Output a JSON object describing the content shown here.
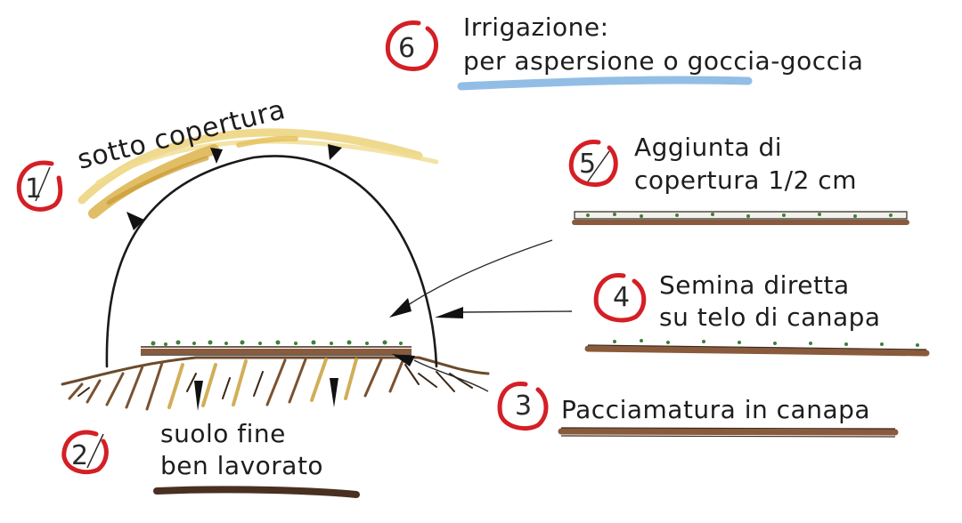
{
  "labels": {
    "l1": "sotto copertura",
    "l2a": "suolo fine",
    "l2b": "ben lavorato",
    "l3": "Pacciamatura in canapa",
    "l4a": "Semina diretta",
    "l4b": "su telo di canapa",
    "l5a": "Aggiunta di",
    "l5b": "copertura 1/2 cm",
    "l6a": "Irrigazione:",
    "l6b": "per aspersione o goccia-goccia"
  },
  "numbers": {
    "n1": "1",
    "n2": "2",
    "n3": "3",
    "n4": "4",
    "n5": "5",
    "n6": "6"
  },
  "colors": {
    "marker": "#d41f25",
    "cover": "#e8c65a",
    "water": "#7fb3e0",
    "soil": "#5c3a22",
    "hemp": "#8a5a3c",
    "seed": "#3f7f3a",
    "ink": "#1a1a1a"
  }
}
